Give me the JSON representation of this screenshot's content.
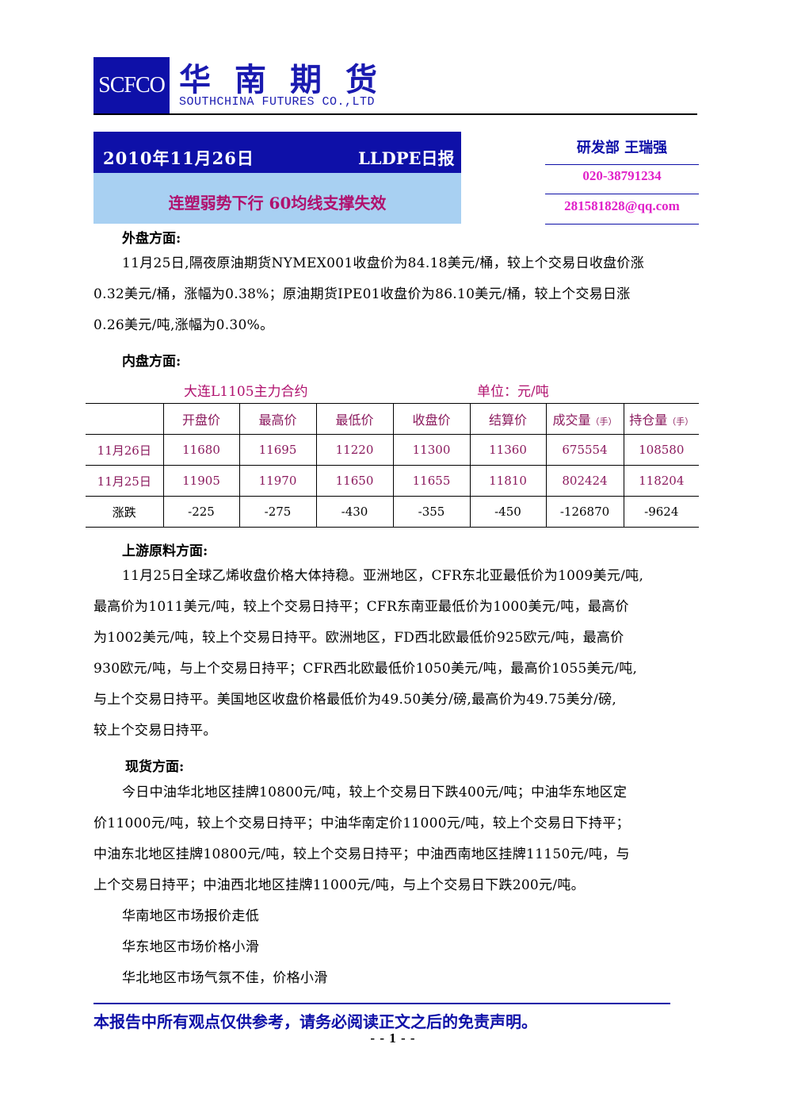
{
  "header": {
    "logo_text": "SCFCO",
    "brand_cn": "华南期货",
    "brand_en": "SOUTHCHINA FUTURES CO.,LTD"
  },
  "title_band": {
    "date": "2010年11月26日",
    "report_type": "LLDPE日报",
    "headline": "连塑弱势下行 60均线支撑失效"
  },
  "author": {
    "dept": "研发部 王瑞强",
    "phone": "020-38791234",
    "email": "281581828@qq.com"
  },
  "sections": {
    "overseas": {
      "heading": "外盘方面:",
      "lines": [
        "11月25日,隔夜原油期货NYMEX001收盘价为84.18美元/桶，较上个交易日收盘价涨",
        "0.32美元/桶，涨幅为0.38%；原油期货IPE01收盘价为86.10美元/桶，较上个交易日涨",
        "0.26美元/吨,涨幅为0.30%。"
      ]
    },
    "domestic": {
      "heading": "内盘方面:"
    },
    "upstream": {
      "heading": "上游原料方面:",
      "lines": [
        "11月25日全球乙烯收盘价格大体持稳。亚洲地区，CFR东北亚最低价为1009美元/吨,",
        "最高价为1011美元/吨，较上个交易日持平；CFR东南亚最低价为1000美元/吨，最高价",
        "为1002美元/吨，较上个交易日持平。欧洲地区，FD西北欧最低价925欧元/吨，最高价",
        "930欧元/吨，与上个交易日持平；CFR西北欧最低价1050美元/吨，最高价1055美元/吨,",
        "与上个交易日持平。美国地区收盘价格最低价为49.50美分/磅,最高价为49.75美分/磅,",
        "较上个交易日持平。"
      ]
    },
    "spot": {
      "heading": "现货方面:",
      "lines": [
        "今日中油华北地区挂牌10800元/吨，较上个交易日下跌400元/吨；中油华东地区定",
        "价11000元/吨，较上个交易日持平；中油华南定价11000元/吨，较上个交易日下持平；",
        "中油东北地区挂牌10800元/吨，较上个交易日持平；中油西南地区挂牌11150元/吨，与",
        "上个交易日持平；中油西北地区挂牌11000元/吨，与上个交易日下跌200元/吨。"
      ],
      "regions": [
        "华南地区市场报价走低",
        "华东地区市场价格小滑",
        "华北地区市场气氛不佳，价格小滑"
      ]
    }
  },
  "table": {
    "caption_left": "大连L1105主力合约",
    "caption_right": "单位：元/吨",
    "headers": [
      "开盘价",
      "最高价",
      "最低价",
      "收盘价",
      "结算价",
      "成交量",
      "持仓量"
    ],
    "header_unit": "（手）",
    "rows": [
      {
        "label": "11月26日",
        "cells": [
          "11680",
          "11695",
          "11220",
          "11300",
          "11360",
          "675554",
          "108580"
        ]
      },
      {
        "label": "11月25日",
        "cells": [
          "11905",
          "11970",
          "11650",
          "11655",
          "11810",
          "802424",
          "118204"
        ]
      },
      {
        "label": "涨跌",
        "cells": [
          "-225",
          "-275",
          "-430",
          "-355",
          "-450",
          "-126870",
          "-9624"
        ]
      }
    ]
  },
  "footer": {
    "disclaimer": "本报告中所有观点仅供参考，请务必阅读正文之后的免责声明。",
    "page": "- - 1 - -"
  }
}
